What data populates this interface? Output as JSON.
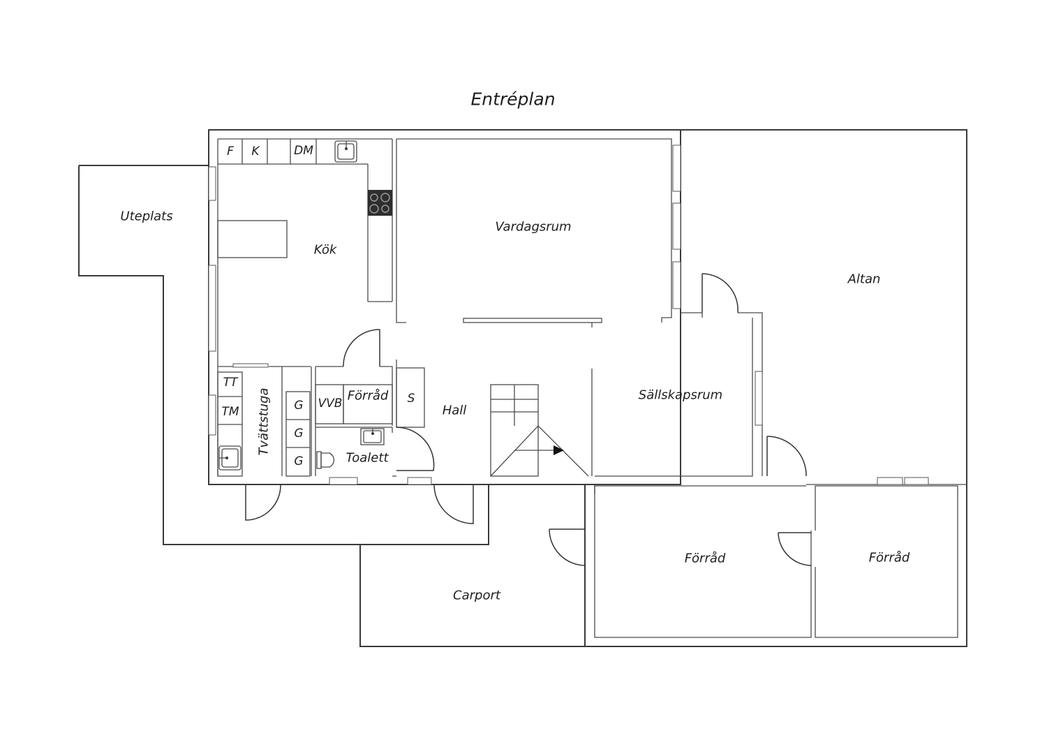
{
  "title": "Entréplan",
  "rooms": {
    "uteplats": "Uteplats",
    "kok": "Kök",
    "vardagsrum": "Vardagsrum",
    "altan": "Altan",
    "hall": "Hall",
    "sallskapsrum": "Sällskapsrum",
    "forrad_inner": "Förråd",
    "toalett": "Toalett",
    "tvattstuga": "Tvättstuga",
    "carport": "Carport",
    "forrad_mid": "Förråd",
    "forrad_right": "Förråd"
  },
  "fixtures": {
    "fridge": "F",
    "freezer": "K",
    "dishwasher": "DM",
    "dryer": "TT",
    "washer": "TM",
    "wardrobe_1": "G",
    "wardrobe_2": "G",
    "wardrobe_3": "G",
    "water_heater": "VVB",
    "storage_closet": "S"
  }
}
